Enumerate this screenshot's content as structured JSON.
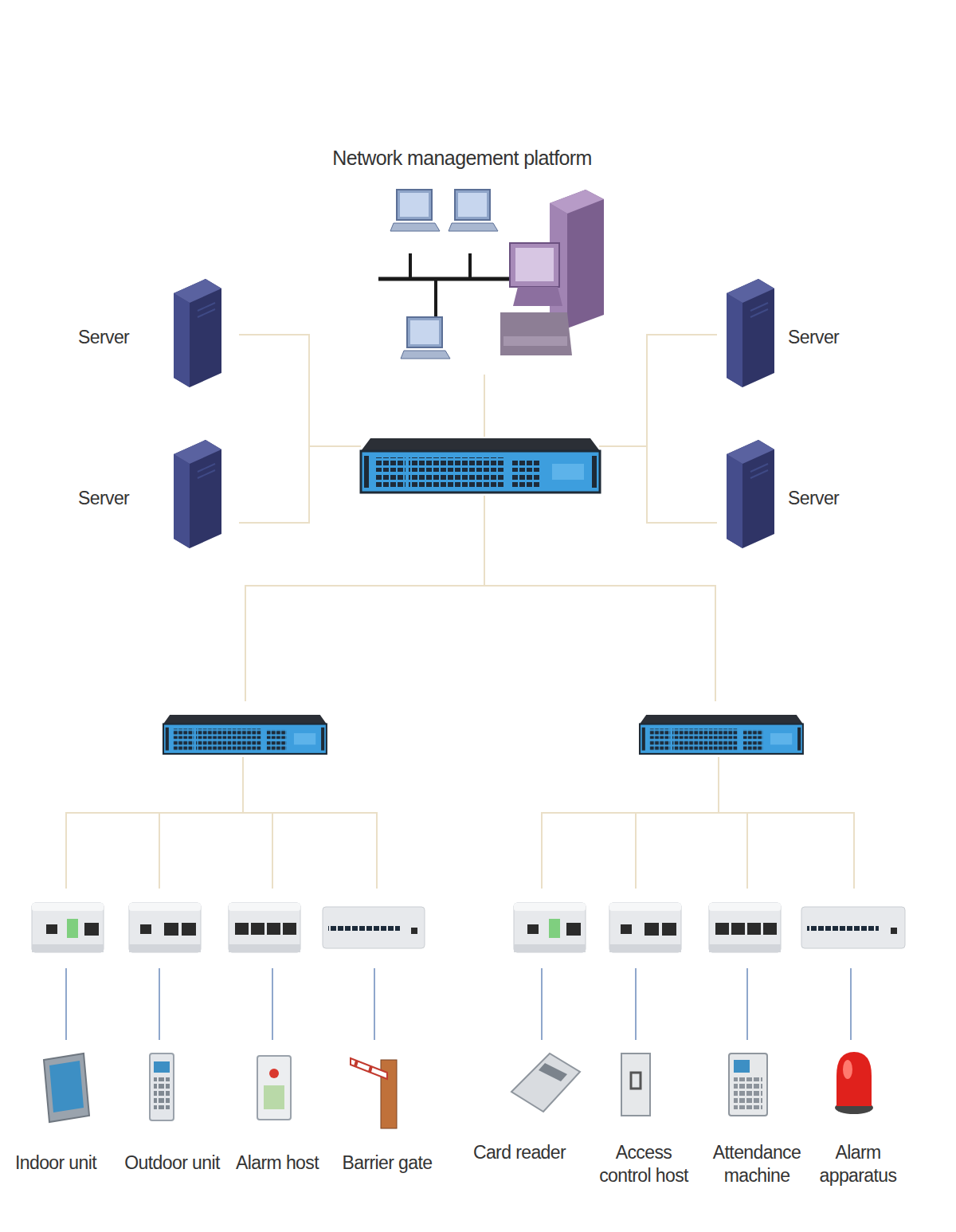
{
  "diagram": {
    "nodes": [
      {
        "text": [
          "Network management platform"
        ]
      },
      {
        "text": [
          "Server"
        ]
      },
      {
        "text": [
          "Server"
        ]
      },
      {
        "text": [
          "Server"
        ]
      },
      {
        "text": [
          "Server"
        ]
      },
      {
        "text": [
          "Indoor unit"
        ]
      },
      {
        "text": [
          "Outdoor unit"
        ]
      },
      {
        "text": [
          "Alarm host"
        ]
      },
      {
        "text": [
          "Barrier gate"
        ]
      },
      {
        "text": [
          "Card reader"
        ]
      },
      {
        "text": [
          "Access control host"
        ]
      },
      {
        "text": [
          "Attendance machine"
        ]
      },
      {
        "text": [
          "Alarm apparatus"
        ]
      }
    ]
  }
}
